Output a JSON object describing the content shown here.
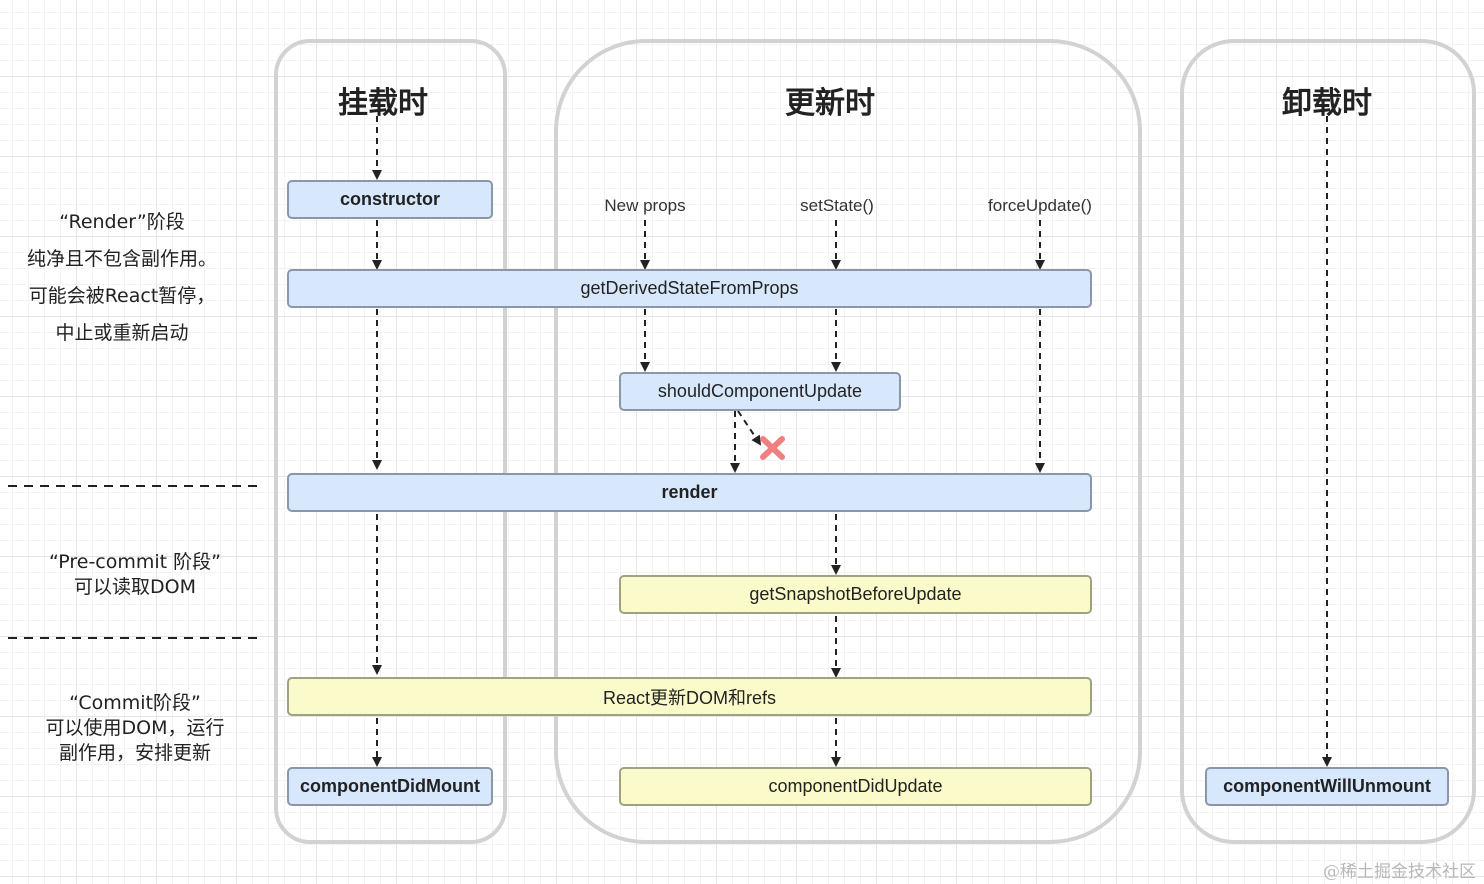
{
  "columns": {
    "mount": "挂载时",
    "update": "更新时",
    "unmount": "卸载时"
  },
  "triggers": {
    "new_props": "New props",
    "set_state": "setState()",
    "force_update": "forceUpdate()"
  },
  "boxes": {
    "constructor": "constructor",
    "get_derived_state": "getDerivedStateFromProps",
    "should_update": "shouldComponentUpdate",
    "render": "render",
    "get_snapshot": "getSnapshotBeforeUpdate",
    "react_update_dom": "React更新DOM和refs",
    "did_mount": "componentDidMount",
    "did_update": "componentDidUpdate",
    "will_unmount": "componentWillUnmount"
  },
  "phases": {
    "render": {
      "line1": "“Render”阶段",
      "line2": "纯净且不包含副作用。",
      "line3": "可能会被React暂停，",
      "line4": "中止或重新启动"
    },
    "precommit": {
      "line1": "“Pre-commit 阶段”",
      "line2": "可以读取DOM"
    },
    "commit": {
      "line1": "“Commit阶段”",
      "line2": "可以使用DOM，运行",
      "line3": "副作用，安排更新"
    }
  },
  "watermark": "@稀土掘金技术社区",
  "colors": {
    "blue_box": "#d7e8fd",
    "yellow_box": "#fbfacb",
    "cancel_x": "#f08080"
  }
}
